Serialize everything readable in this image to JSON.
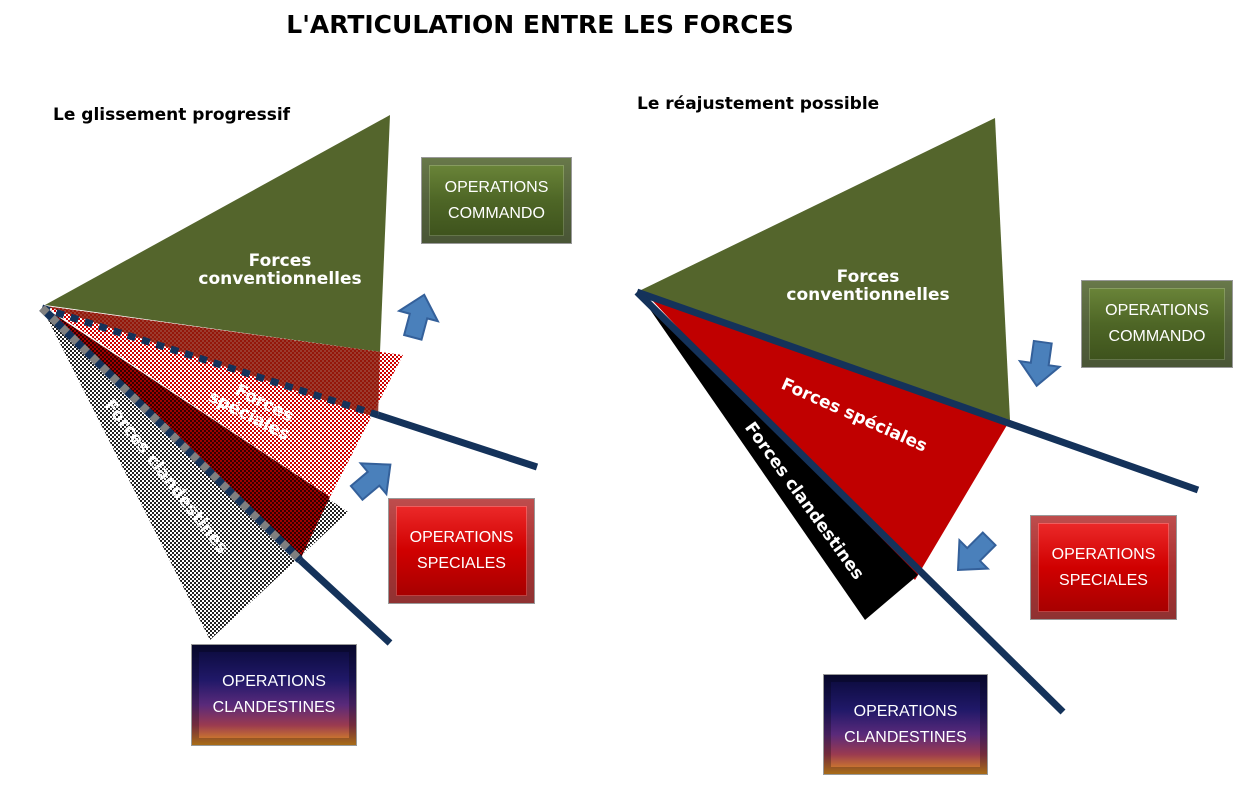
{
  "title": "L'ARTICULATION ENTRE LES FORCES",
  "left": {
    "subtitle": "Le glissement progressif",
    "conventional_line1": "Forces",
    "conventional_line2": "conventionnelles",
    "special_line1": "Forces",
    "special_line2": "spéciales",
    "clandestine": "Forces clandestines",
    "boxes": {
      "commando": [
        "OPERATIONS",
        "COMMANDO"
      ],
      "speciales": [
        "OPERATIONS",
        "SPECIALES"
      ],
      "clandestines": [
        "OPERATIONS",
        "CLANDESTINES"
      ]
    }
  },
  "right": {
    "subtitle": "Le réajustement possible",
    "conventional_line1": "Forces",
    "conventional_line2": "conventionnelles",
    "special": "Forces spéciales",
    "clandestine": "Forces clandestines",
    "boxes": {
      "commando": [
        "OPERATIONS",
        "COMMANDO"
      ],
      "speciales": [
        "OPERATIONS",
        "SPECIALES"
      ],
      "clandestines": [
        "OPERATIONS",
        "CLANDESTINES"
      ]
    }
  },
  "colors": {
    "conventional": "#54652c",
    "special": "#c00000",
    "clandestine": "#000000",
    "line": "#14325a",
    "arrow": "#4a80bb"
  }
}
